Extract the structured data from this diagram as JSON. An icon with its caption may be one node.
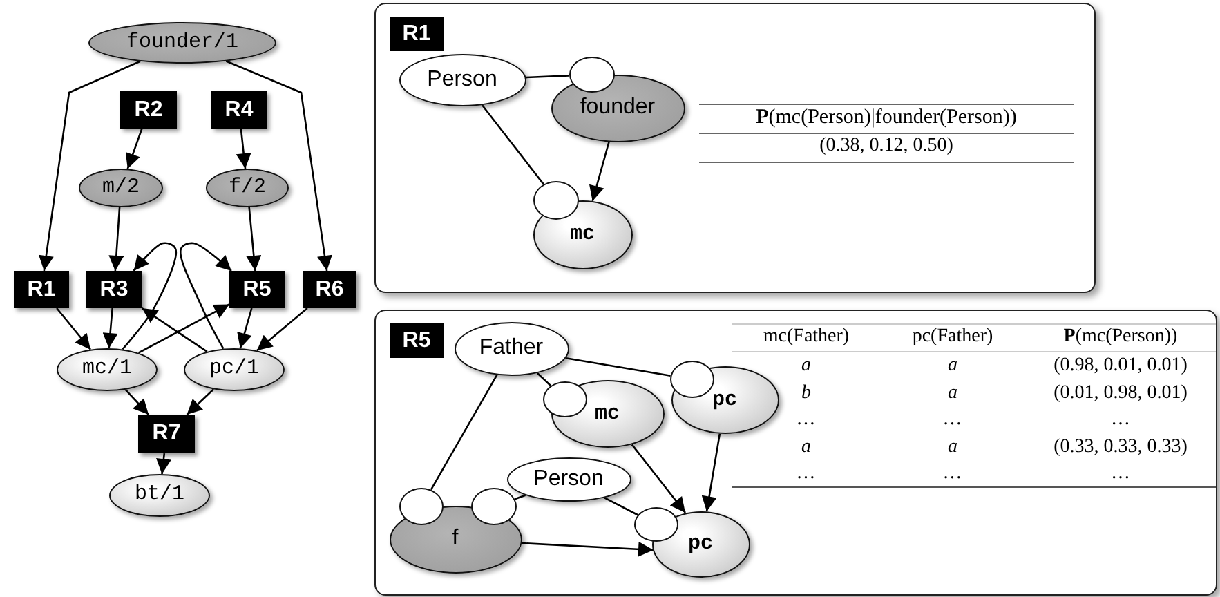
{
  "diagram": {
    "nodes": [
      {
        "text": [
          "founder/1"
        ]
      },
      {
        "text": [
          "R2"
        ]
      },
      {
        "text": [
          "R4"
        ]
      },
      {
        "text": [
          "m/2"
        ]
      },
      {
        "text": [
          "f/2"
        ]
      },
      {
        "text": [
          "R1"
        ]
      },
      {
        "text": [
          "R3"
        ]
      },
      {
        "text": [
          "R5"
        ]
      },
      {
        "text": [
          "R6"
        ]
      },
      {
        "text": [
          "mc/1"
        ]
      },
      {
        "text": [
          "pc/1"
        ]
      },
      {
        "text": [
          "R7"
        ]
      },
      {
        "text": [
          "bt/1"
        ]
      },
      {
        "text": [
          "R1"
        ]
      },
      {
        "text": [
          "Person"
        ],
        "in": 13
      },
      {
        "text": [
          "founder"
        ],
        "in": 13
      },
      {
        "text": [],
        "shape": "circle",
        "in": 13
      },
      {
        "text": [
          "mc"
        ],
        "in": 13
      },
      {
        "text": [],
        "shape": "circle",
        "in": 13
      },
      {
        "text": [
          "R5"
        ]
      },
      {
        "text": [
          "Father"
        ],
        "in": 19
      },
      {
        "text": [
          "mc"
        ],
        "in": 19
      },
      {
        "text": [],
        "shape": "circle",
        "in": 19
      },
      {
        "text": [
          "pc"
        ],
        "in": 19
      },
      {
        "text": [],
        "shape": "circle",
        "in": 19
      },
      {
        "text": [
          "Person"
        ],
        "in": 19
      },
      {
        "text": [
          "f"
        ],
        "in": 19
      },
      {
        "text": [],
        "shape": "circle",
        "in": 19
      },
      {
        "text": [],
        "shape": "circle",
        "in": 19
      },
      {
        "text": [
          "pc"
        ],
        "in": 19
      },
      {
        "text": [],
        "shape": "circle",
        "in": 19
      }
    ],
    "edges": [
      {
        "from": 0,
        "to": 5,
        "arrow": "to"
      },
      {
        "from": 0,
        "to": 8,
        "arrow": "to"
      },
      {
        "from": 1,
        "to": 3,
        "arrow": "to"
      },
      {
        "from": 2,
        "to": 4,
        "arrow": "to"
      },
      {
        "from": 3,
        "to": 6,
        "arrow": "to"
      },
      {
        "from": 4,
        "to": 7,
        "arrow": "to"
      },
      {
        "from": 5,
        "to": 9,
        "arrow": "to"
      },
      {
        "from": 6,
        "to": 9,
        "arrow": "to"
      },
      {
        "from": 9,
        "to": 6,
        "arrow": "to"
      },
      {
        "from": 9,
        "to": 7,
        "arrow": "to"
      },
      {
        "from": 10,
        "to": 6,
        "arrow": "to"
      },
      {
        "from": 10,
        "to": 7,
        "arrow": "to"
      },
      {
        "from": 7,
        "to": 10,
        "arrow": "to"
      },
      {
        "from": 8,
        "to": 10,
        "arrow": "to"
      },
      {
        "from": 9,
        "to": 11,
        "arrow": "to"
      },
      {
        "from": 10,
        "to": 11,
        "arrow": "to"
      },
      {
        "from": 11,
        "to": 12,
        "arrow": "to"
      },
      {
        "from": 14,
        "to": 16,
        "arrow": "none"
      },
      {
        "from": 14,
        "to": 18,
        "arrow": "none"
      },
      {
        "from": 15,
        "to": 17,
        "arrow": "to"
      },
      {
        "from": 20,
        "to": 22,
        "arrow": "none"
      },
      {
        "from": 20,
        "to": 24,
        "arrow": "none"
      },
      {
        "from": 20,
        "to": 27,
        "arrow": "none"
      },
      {
        "from": 25,
        "to": 28,
        "arrow": "none"
      },
      {
        "from": 25,
        "to": 30,
        "arrow": "none"
      },
      {
        "from": 21,
        "to": 29,
        "arrow": "to"
      },
      {
        "from": 23,
        "to": 29,
        "arrow": "to"
      },
      {
        "from": 26,
        "to": 29,
        "arrow": "to"
      }
    ],
    "labels": [
      "**P**(mc(Person)|founder(Person))",
      "(0.38, 0.12, 0.50)",
      "mc(Father)",
      "pc(Father)",
      "**P**(mc(Person))",
      "a",
      "a",
      "(0.98, 0.01, 0.01)",
      "b",
      "a",
      "(0.01, 0.98, 0.01)",
      "…",
      "…",
      "…",
      "a",
      "a",
      "(0.33, 0.33, 0.33)",
      "…",
      "…",
      "…"
    ]
  }
}
